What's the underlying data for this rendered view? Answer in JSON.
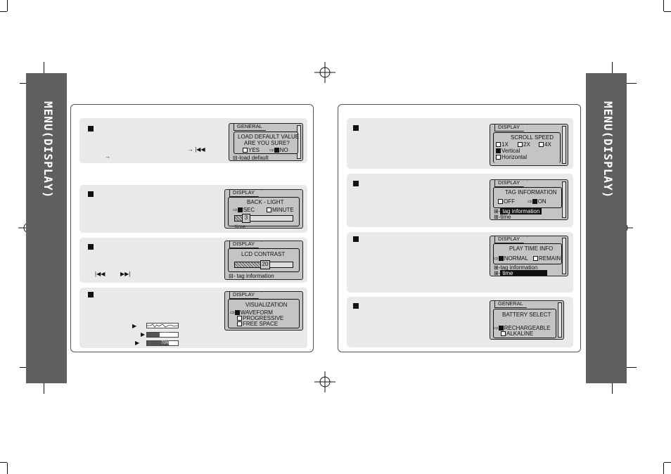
{
  "sidebars": {
    "title": "MENU(DISPLAY)"
  },
  "screens": {
    "load_default": {
      "tab": "GENERAL",
      "line1": "LOAD DEFAULT VALUE",
      "line2": "ARE YOU SURE?",
      "option_yes": "YES",
      "option_no": "NO",
      "footer": "load default"
    },
    "backlight": {
      "tab": "DISPLAY",
      "title": "BACK - LIGHT",
      "option_sec": "SEC",
      "option_minute": "MINUTE",
      "value": "3",
      "footer": "time"
    },
    "contrast": {
      "tab": "DISPLAY",
      "title": "LCD CONTRAST",
      "value": "20",
      "footer": "tag information"
    },
    "visualization": {
      "tab": "DISPLAY",
      "title": "VISUALIZATION",
      "options": [
        "WAVEFORM",
        "PROGRESSIVE",
        "FREE SPACE"
      ]
    },
    "scroll_speed": {
      "tab": "DISPLAY",
      "title": "SCROLL SPEED",
      "options": [
        "1X",
        "2X",
        "4X"
      ],
      "vertical": "Vertical",
      "horizontal": "Horizontal"
    },
    "tag_info": {
      "tab": "DISPLAY",
      "title": "TAG INFORMATION",
      "option_off": "OFF",
      "option_on": "ON",
      "footer1": "tag information",
      "footer2": "time"
    },
    "play_time": {
      "tab": "DISPLAY",
      "title": "PLAY TIME INFO",
      "option_normal": "NORMAL",
      "option_remain": "REMAIN",
      "footer1": "tag information",
      "footer2": "time"
    },
    "battery": {
      "tab": "GENERAL",
      "title": "BATTERY SELECT",
      "option1": "RECHARGEABLE",
      "option2": "ALKALINE"
    }
  },
  "mini_bars": {
    "progressive": "42%",
    "free_space": "70%"
  },
  "symbols": {
    "prev": "|◀◀",
    "next": "▶▶|",
    "arrow": "→",
    "skip": "→ |◀◀"
  }
}
